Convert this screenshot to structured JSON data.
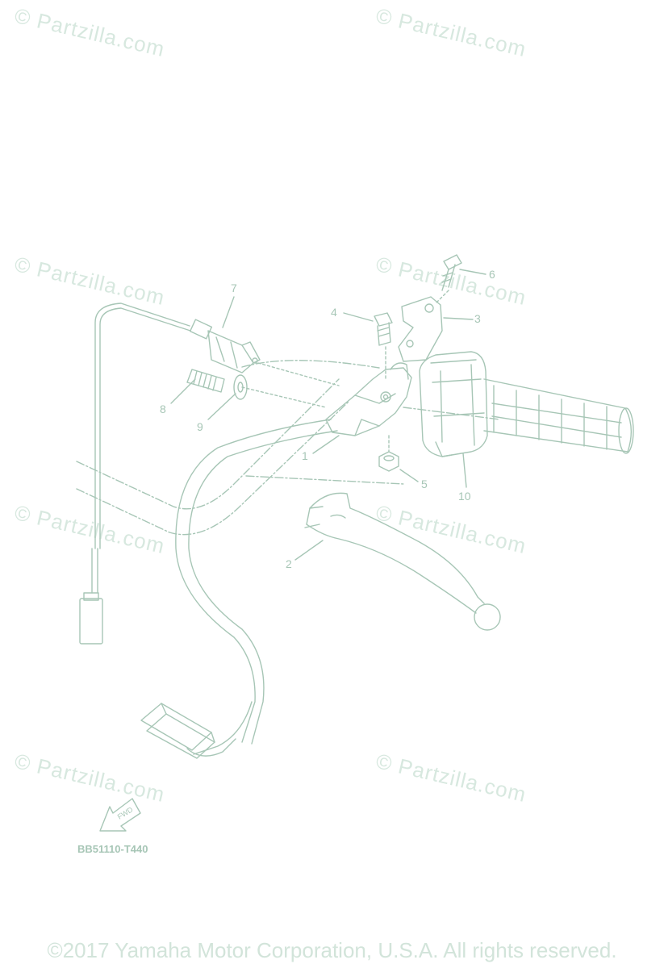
{
  "watermark": "© Partzilla.com",
  "callouts": {
    "c1": "1",
    "c2": "2",
    "c3": "3",
    "c4": "4",
    "c5": "5",
    "c6": "6",
    "c7": "7",
    "c8": "8",
    "c9": "9",
    "c10": "10"
  },
  "fwd_label": "FWD",
  "diagram_code": "BB51110-T440",
  "copyright": "©2017 Yamaha Motor Corporation, U.S.A. All rights reserved.",
  "colors": {
    "line": "#a7c6b6",
    "watermark": "#d7e8df"
  }
}
